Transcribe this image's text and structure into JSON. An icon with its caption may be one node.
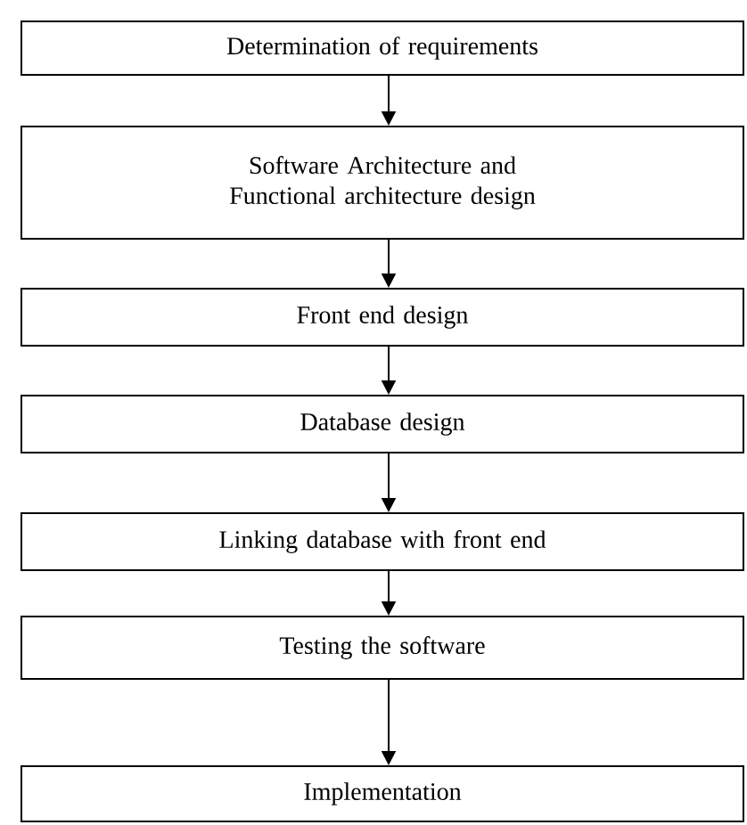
{
  "diagram": {
    "nodes": [
      {
        "text": [
          "Determination of requirements"
        ]
      },
      {
        "text": [
          "Software Architecture and Functional architecture design"
        ]
      },
      {
        "text": [
          "Front end design"
        ]
      },
      {
        "text": [
          "Database design"
        ]
      },
      {
        "text": [
          "Linking database with front end"
        ]
      },
      {
        "text": [
          "Testing the software"
        ]
      },
      {
        "text": [
          "Implementation"
        ]
      }
    ],
    "edges": [
      {
        "from": 0,
        "to": 1,
        "arrow": "to"
      },
      {
        "from": 1,
        "to": 2,
        "arrow": "to"
      },
      {
        "from": 2,
        "to": 3,
        "arrow": "to"
      },
      {
        "from": 3,
        "to": 4,
        "arrow": "to"
      },
      {
        "from": 4,
        "to": 5,
        "arrow": "to"
      },
      {
        "from": 5,
        "to": 6,
        "arrow": "to"
      }
    ]
  }
}
